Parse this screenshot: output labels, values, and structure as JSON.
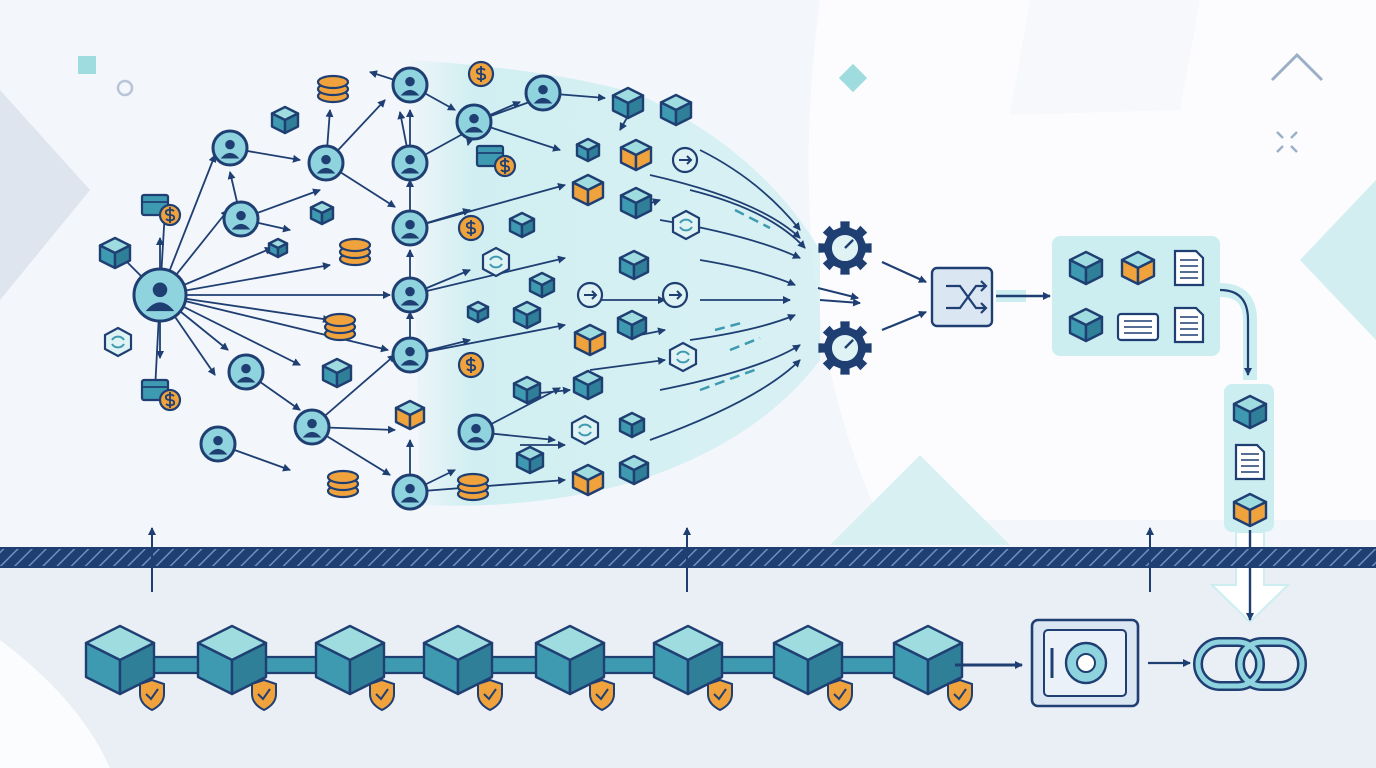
{
  "diagram": {
    "description_text": [],
    "colors": {
      "navy": "#1f3f73",
      "teal": "#3e9ab0",
      "teal_light": "#8fd3df",
      "teal_pale": "#cdeef1",
      "orange": "#f0a33c",
      "bg": "#f3f6fa",
      "bg_band": "#e8edf4",
      "white": "#ffffff"
    },
    "icons": [
      "user-icon",
      "coin-stack-icon",
      "dollar-coin-icon",
      "cube-icon",
      "package-icon",
      "document-icon",
      "gear-icon",
      "shuffle-icon",
      "vault-icon",
      "chain-link-icon",
      "shield-check-icon",
      "arrow-right-icon",
      "recycle-icon",
      "chevron-up-icon"
    ],
    "sections": [
      "transaction-network",
      "processing-gears",
      "shuffle-mixer",
      "output-grid",
      "output-column",
      "blockchain-row",
      "vault",
      "chain-link"
    ]
  }
}
